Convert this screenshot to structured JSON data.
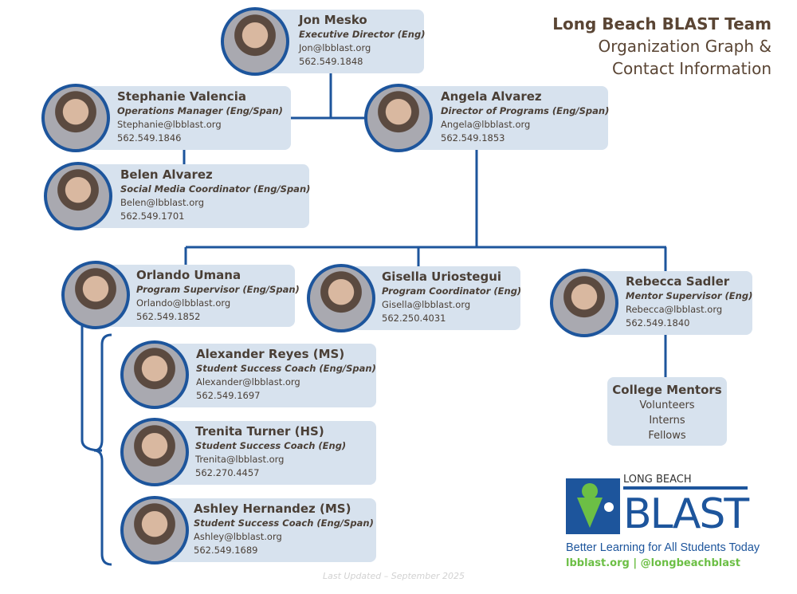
{
  "header": {
    "title": "Long Beach BLAST Team",
    "subtitle1": "Organization Graph &",
    "subtitle2": "Contact Information"
  },
  "people": [
    {
      "name": "Jon Mesko",
      "role": "Executive Director (Eng)",
      "email": "Jon@lbblast.org",
      "phone": "562.549.1848"
    },
    {
      "name": "Stephanie Valencia",
      "role": "Operations Manager (Eng/Span)",
      "email": "Stephanie@lbblast.org",
      "phone": "562.549.1846"
    },
    {
      "name": "Angela Alvarez",
      "role": "Director of Programs (Eng/Span)",
      "email": "Angela@lbblast.org",
      "phone": "562.549.1853"
    },
    {
      "name": "Belen Alvarez",
      "role": "Social Media Coordinator (Eng/Span)",
      "email": "Belen@lbblast.org",
      "phone": "562.549.1701"
    },
    {
      "name": "Orlando Umana",
      "role": "Program Supervisor (Eng/Span)",
      "email": "Orlando@lbblast.org",
      "phone": "562.549.1852"
    },
    {
      "name": "Gisella Uriostegui",
      "role": "Program Coordinator (Eng)",
      "email": "Gisella@lbblast.org",
      "phone": "562.250.4031"
    },
    {
      "name": "Rebecca Sadler",
      "role": "Mentor Supervisor (Eng)",
      "email": "Rebecca@lbblast.org",
      "phone": "562.549.1840"
    },
    {
      "name": "Alexander Reyes (MS)",
      "role": "Student Success Coach (Eng/Span)",
      "email": "Alexander@lbblast.org",
      "phone": "562.549.1697"
    },
    {
      "name": "Trenita Turner (HS)",
      "role": "Student Success Coach (Eng)",
      "email": "Trenita@lbblast.org",
      "phone": "562.270.4457"
    },
    {
      "name": "Ashley Hernandez (MS)",
      "role": "Student Success Coach (Eng/Span)",
      "email": "Ashley@lbblast.org",
      "phone": "562.549.1689"
    }
  ],
  "mentors": {
    "title": "College Mentors",
    "items": [
      "Volunteers",
      "Interns",
      "Fellows"
    ]
  },
  "logo": {
    "top": "LONG BEACH",
    "main": "BLAST",
    "tagline": "Better Learning for All Students Today",
    "links": "lbblast.org | @longbeachblast"
  },
  "footer": {
    "updated": "Last Updated – September 2025"
  },
  "colors": {
    "line": "#1d559c",
    "box": "#d7e2ee",
    "green": "#6cbf45"
  }
}
